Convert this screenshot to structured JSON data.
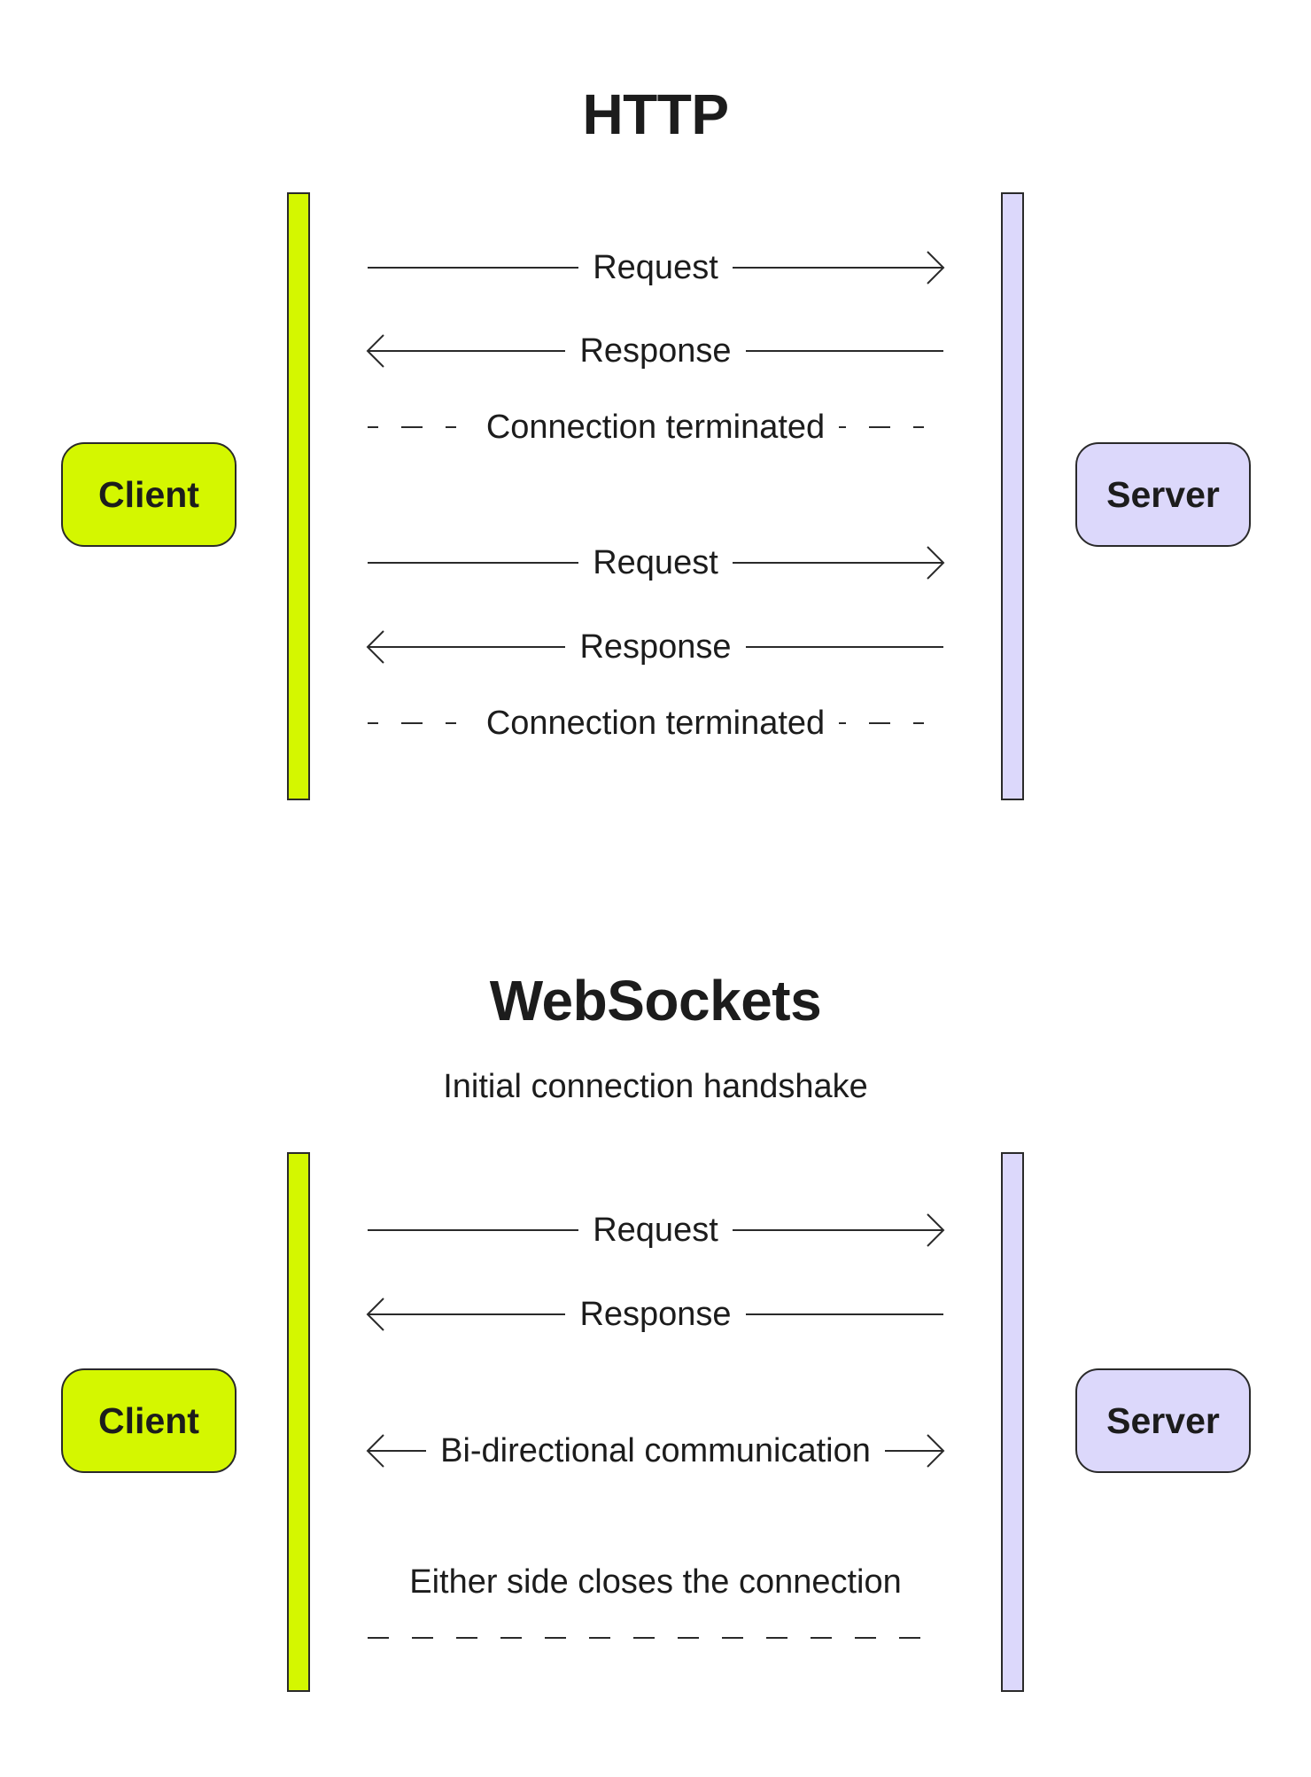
{
  "http": {
    "title": "HTTP",
    "client_label": "Client",
    "server_label": "Server",
    "messages": [
      {
        "label": "Request",
        "direction": "to-server",
        "style": "solid"
      },
      {
        "label": "Response",
        "direction": "to-client",
        "style": "solid"
      },
      {
        "label": "Connection terminated",
        "direction": "none",
        "style": "dashed"
      },
      {
        "label": "Request",
        "direction": "to-server",
        "style": "solid"
      },
      {
        "label": "Response",
        "direction": "to-client",
        "style": "solid"
      },
      {
        "label": "Connection terminated",
        "direction": "none",
        "style": "dashed"
      }
    ]
  },
  "websockets": {
    "title": "WebSockets",
    "subtitle": "Initial connection handshake",
    "client_label": "Client",
    "server_label": "Server",
    "messages": [
      {
        "label": "Request",
        "direction": "to-server",
        "style": "solid"
      },
      {
        "label": "Response",
        "direction": "to-client",
        "style": "solid"
      },
      {
        "label": "Bi-directional communication",
        "direction": "both",
        "style": "solid"
      }
    ],
    "closing_note": "Either side closes the connection"
  },
  "colors": {
    "client": "#d4f700",
    "server": "#dcd8fb",
    "stroke": "#2a2a2a",
    "text": "#1c1c1c"
  }
}
